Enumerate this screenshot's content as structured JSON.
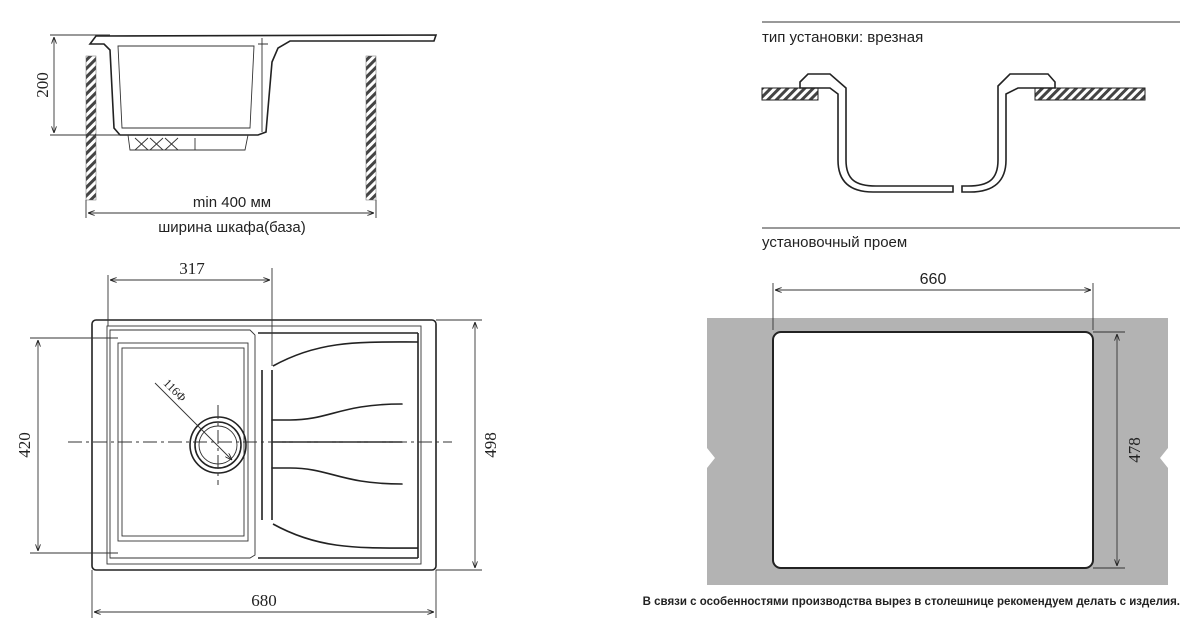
{
  "side_view": {
    "depth_dim": "200",
    "min_width_label": "min 400 мм",
    "cabinet_label": "ширина шкафа(база)"
  },
  "plan_view": {
    "bowl_width_dim": "317",
    "bowl_length_dim": "420",
    "overall_depth_dim": "498",
    "overall_width_dim": "680",
    "drain_dim": "116Φ"
  },
  "install": {
    "type_label": "тип установки: врезная",
    "cutout_label": "установочный проем",
    "cutout_width_dim": "660",
    "cutout_depth_dim": "478",
    "note": "В связи с особенностями производства вырез в столешнице рекомендуем делать с изделия.",
    "countertop_color": "#b3b3b3"
  }
}
